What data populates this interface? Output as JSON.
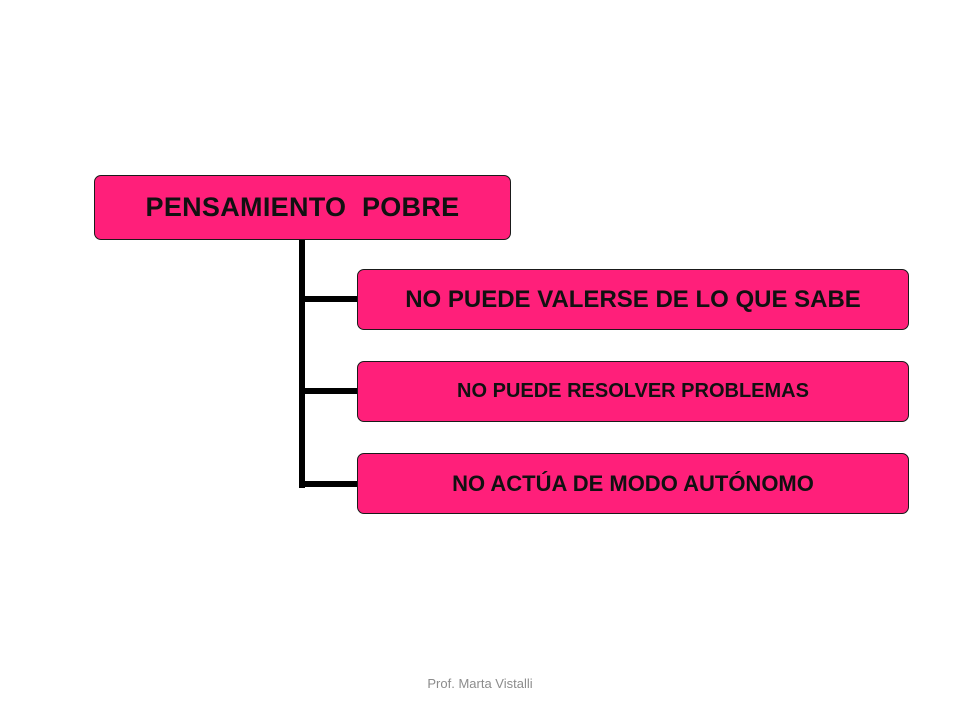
{
  "diagram": {
    "root": {
      "label": "PENSAMIENTO  POBRE"
    },
    "children": [
      {
        "label": "NO PUEDE VALERSE DE LO QUE SABE"
      },
      {
        "label": "NO PUEDE RESOLVER PROBLEMAS"
      },
      {
        "label": "NO ACTÚA DE MODO AUTÓNOMO"
      }
    ]
  },
  "footer": {
    "text": "Prof. Marta Vistalli"
  },
  "colors": {
    "box_fill": "#ff1f7a",
    "connector": "#000000",
    "background": "#ffffff",
    "footer_text": "#8c8c8c"
  }
}
